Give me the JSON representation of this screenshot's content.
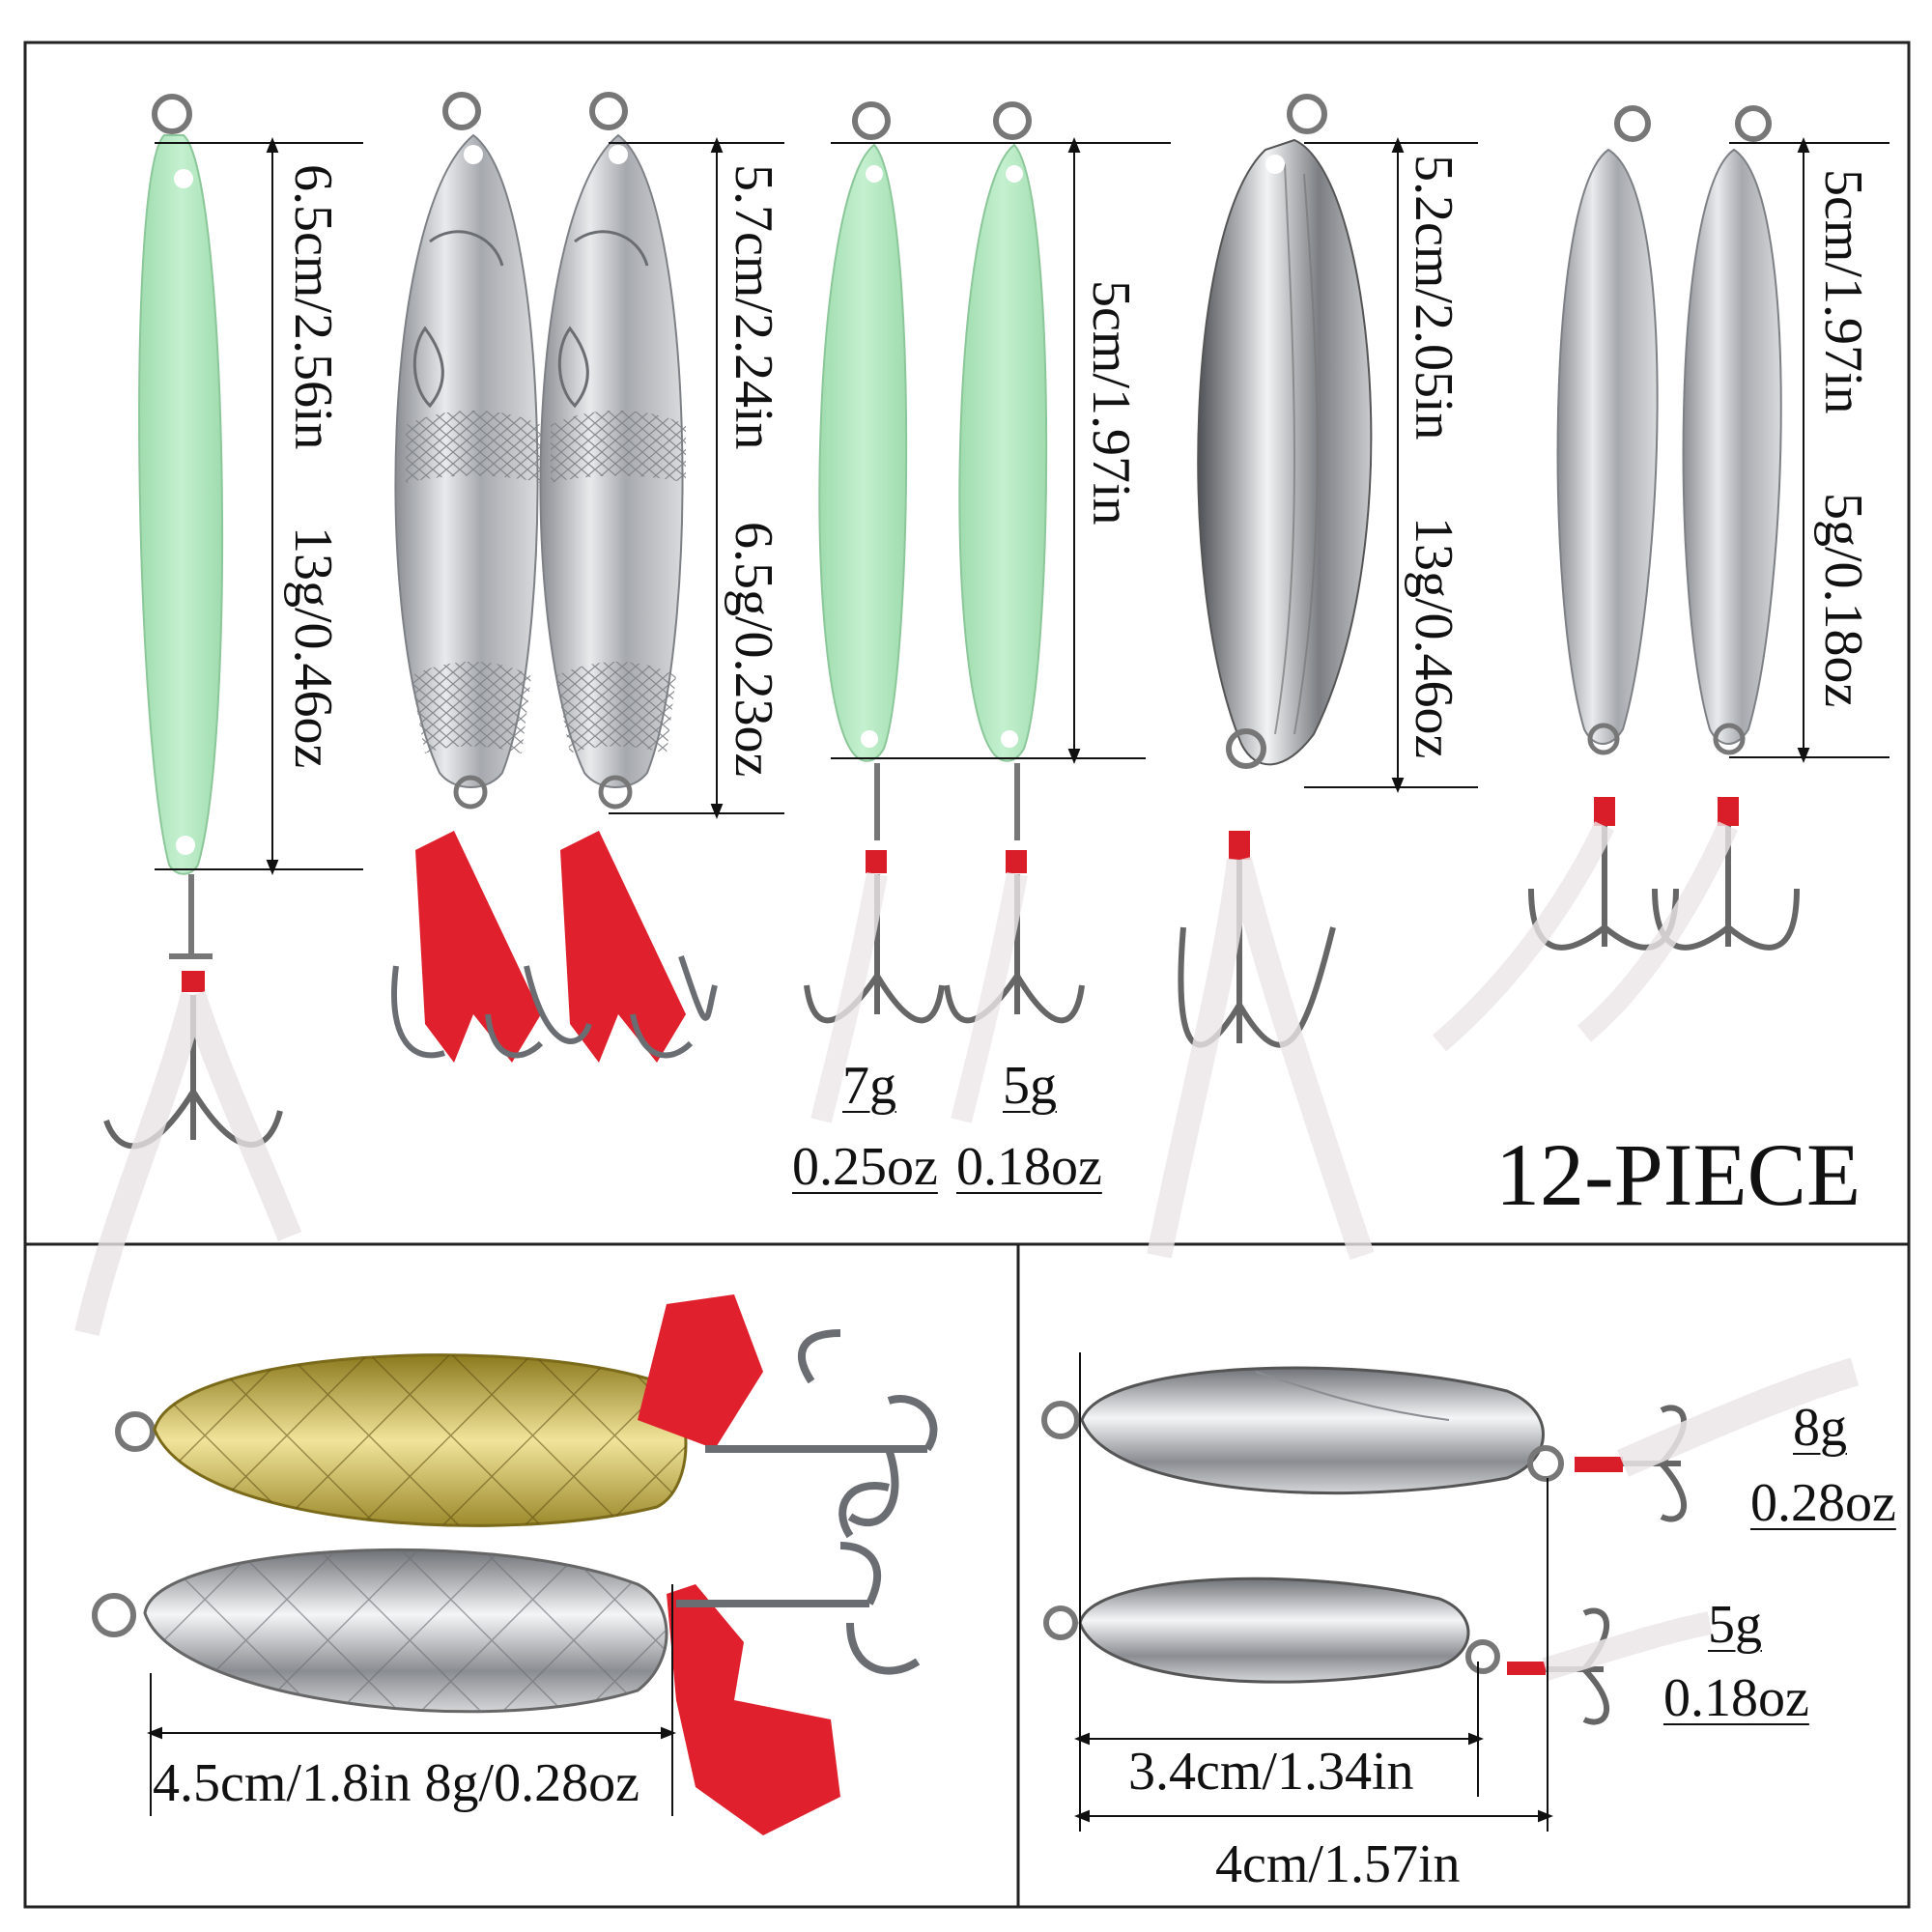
{
  "title": "12-PIECE",
  "lures": {
    "glow_long": {
      "length": "6.5cm/2.56in",
      "weight": "13g/0.46oz"
    },
    "fish_pair": {
      "length": "5.7cm/2.24in",
      "weight": "6.5g/0.23oz"
    },
    "glow_pair": {
      "length": "5cm/1.97in",
      "weight_a": "7g",
      "weight_a_oz": "0.25oz",
      "weight_b": "5g",
      "weight_b_oz": "0.18oz"
    },
    "silver_wide": {
      "length": "5.2cm/2.05in",
      "weight": "13g/0.46oz"
    },
    "silver_slim_pair": {
      "length": "5cm/1.97in",
      "weight": "5g/0.18oz"
    },
    "pineapple_pair": {
      "label": "4.5cm/1.8in 8g/0.28oz"
    },
    "spoon_pair": {
      "large": "4cm/1.57in",
      "small": "3.4cm/1.34in",
      "large_weight": "8g",
      "large_weight_oz": "0.28oz",
      "small_weight": "5g",
      "small_weight_oz": "0.18oz"
    }
  },
  "colors": {
    "border": "#222222",
    "glow": "#b8ecc4",
    "silver": "#c9ccd0",
    "gold": "#d6c25a",
    "red": "#e0202c"
  }
}
